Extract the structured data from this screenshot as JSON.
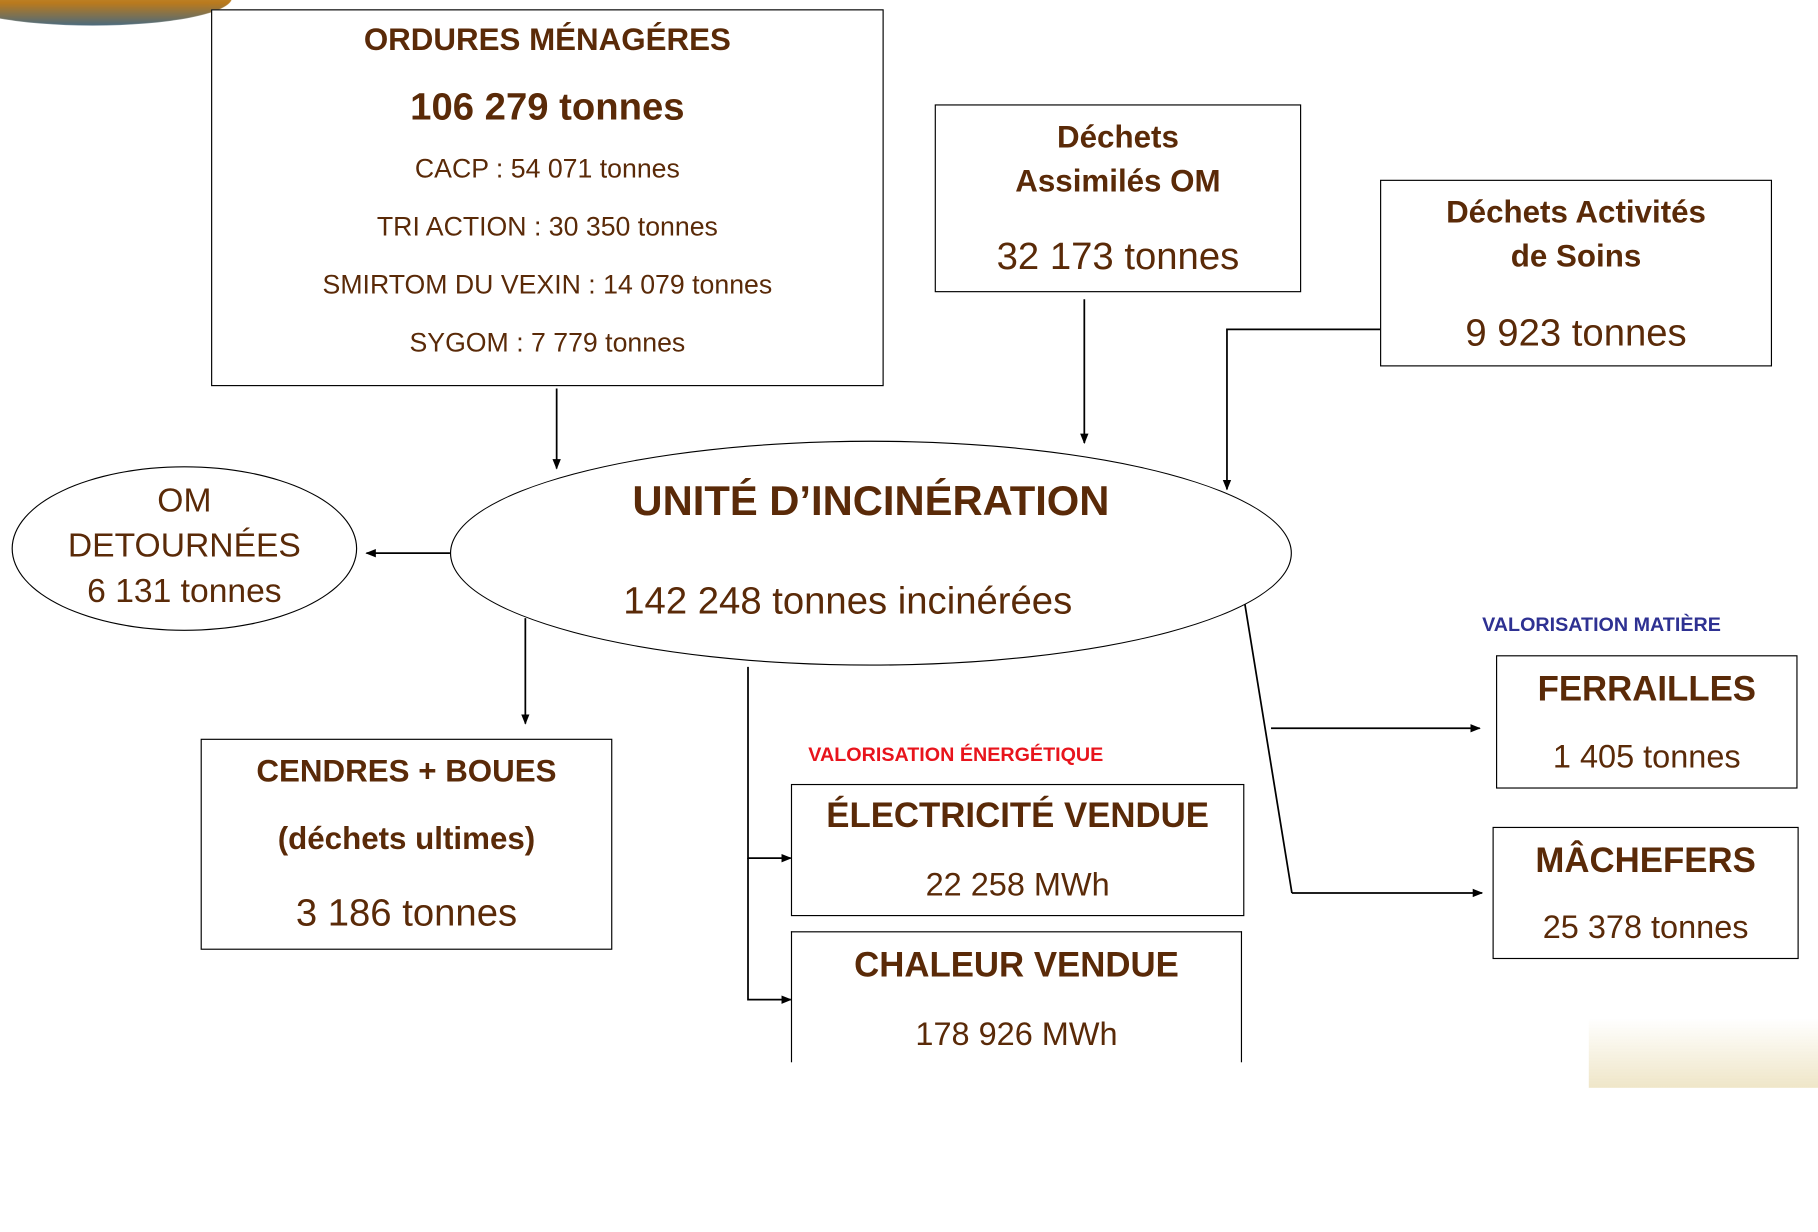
{
  "ordures": {
    "title": "ORDURES MÉNAGÉRES",
    "total": "106 279 tonnes",
    "lines": [
      "CACP : 54 071 tonnes",
      "TRI ACTION : 30 350 tonnes",
      "SMIRTOM DU VEXIN : 14 079 tonnes",
      "SYGOM : 7 779 tonnes"
    ]
  },
  "assimiles": {
    "line1": "Déchets",
    "line2": "Assimilés OM",
    "value": "32 173 tonnes"
  },
  "soins": {
    "line1": "Déchets Activités",
    "line2": "de Soins",
    "value": "9 923 tonnes"
  },
  "unite": {
    "title": "UNITÉ D’INCINÉRATION",
    "value": "142 248 tonnes incinérées"
  },
  "detournees": {
    "line1": "OM",
    "line2": "DETOURNÉES",
    "value": "6 131 tonnes"
  },
  "cendres": {
    "title": "CENDRES + BOUES",
    "subtitle": "(déchets ultimes)",
    "value": "3 186 tonnes"
  },
  "valorisation_energetique": {
    "label": "VALORISATION ÉNERGÉTIQUE",
    "color": "#e8141c"
  },
  "electricite": {
    "title": "ÉLECTRICITÉ VENDUE",
    "value": "22 258 MWh"
  },
  "chaleur": {
    "title": "CHALEUR VENDUE",
    "value": "178 926  MWh"
  },
  "valorisation_matiere": {
    "label": "VALORISATION MATIÈRE",
    "color": "#2e3192"
  },
  "ferrailles": {
    "title": "FERRAILLES",
    "value": "1 405 tonnes"
  },
  "machefers": {
    "title": "MÂCHEFERS",
    "value": "25 378 tonnes"
  }
}
